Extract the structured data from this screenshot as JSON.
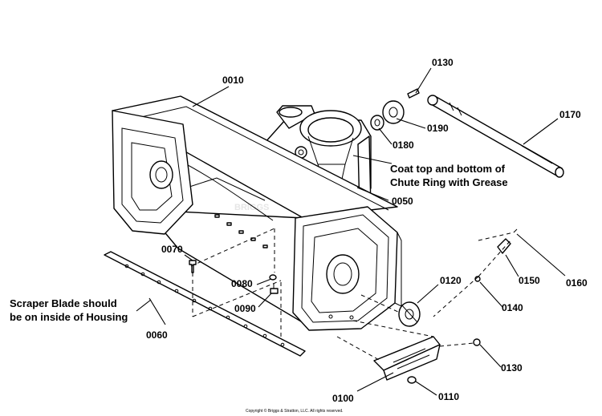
{
  "diagram": {
    "part_labels": {
      "p0010": "0010",
      "p0130_top": "0130",
      "p0170": "0170",
      "p0190": "0190",
      "p0180": "0180",
      "p0050": "0050",
      "p0070": "0070",
      "p0080": "0080",
      "p0090": "0090",
      "p0060": "0060",
      "p0120": "0120",
      "p0150": "0150",
      "p0160": "0160",
      "p0140": "0140",
      "p0130_bottom": "0130",
      "p0100": "0100",
      "p0110": "0110"
    },
    "notes": {
      "grease_line1": "Coat top and bottom of",
      "grease_line2": "Chute Ring with Grease",
      "scraper_line1": "Scraper Blade should",
      "scraper_line2": "be on inside of Housing"
    },
    "watermark": "BRIGGS",
    "copyright": "Copyright © Briggs & Stratton, LLC. All rights reserved."
  }
}
